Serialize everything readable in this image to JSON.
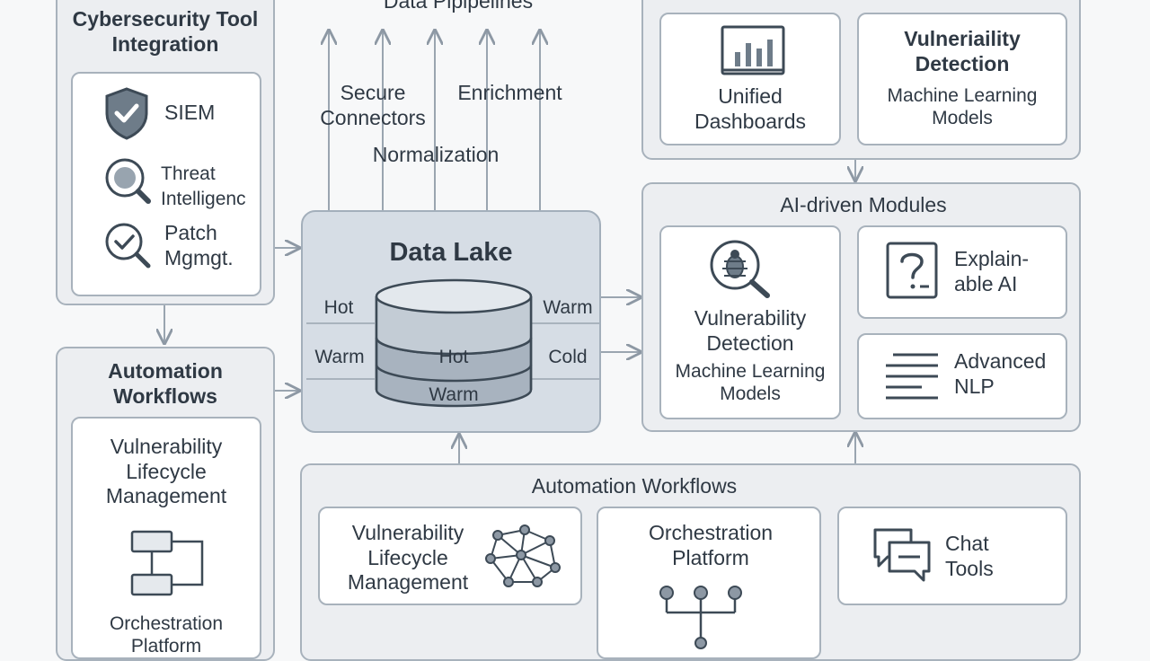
{
  "pipelines": {
    "title": "Data Pipipelines",
    "secure_connectors": "Secure Connectors",
    "enrichment": "Enrichment",
    "normalization": "Normalization"
  },
  "tool_integration": {
    "title": "Cybersecurity Tool Integration",
    "items": [
      {
        "label": "SIEM",
        "icon": "shield-check-icon"
      },
      {
        "label": "Threat Intelligenc",
        "icon": "magnifier-icon"
      },
      {
        "label": "Patch Mgmgt.",
        "icon": "check-magnifier-icon"
      }
    ]
  },
  "automation_left": {
    "title": "Automation Workflows",
    "item1": "Vulnerability Lifecycle Management",
    "item2": "Orchestration Platform"
  },
  "data_lake": {
    "title": "Data Lake",
    "left_tiers": [
      "Hot",
      "Warm"
    ],
    "right_tiers": [
      "Warm",
      "Cold"
    ],
    "cylinder_tiers": [
      "Hot",
      "Warm"
    ]
  },
  "top_right": {
    "dashboards": "Unified Dashboards",
    "vuln_title": "Vulneriaility Detection",
    "vuln_sub": "Machine Learning Models"
  },
  "ai_modules": {
    "title": "AI-driven Modules",
    "vuln_title": "Vulnerability Detection",
    "vuln_sub": "Machine Learning Models",
    "explainable": "Explain- able AI",
    "nlp": "Advanced NLP"
  },
  "automation_bottom": {
    "title": "Automation Workflows",
    "vlm": "Vulnerability Lifecycle Management",
    "orchestration": "Orchestration Platform",
    "chat": "Chat Tools"
  },
  "colors": {
    "background": "#f7f8f9",
    "panel": "#eceef1",
    "border": "#a8b2bc",
    "text": "#2f3944",
    "lake": "#d6dde5"
  }
}
